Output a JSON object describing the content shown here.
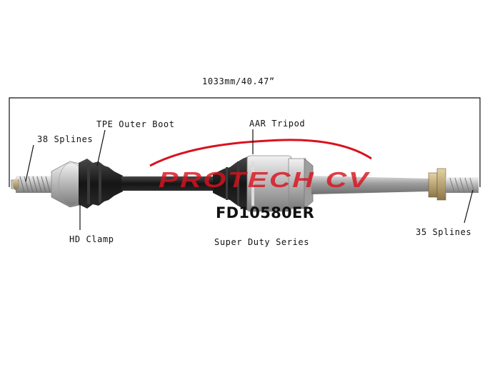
{
  "dimension_label": "1033mm/40.47”",
  "callouts": {
    "splines_left": "38 Splines",
    "outer_boot": "TPE Outer Boot",
    "tripod": "AAR Tripod",
    "clamp": "HD Clamp",
    "splines_right": "35 Splines"
  },
  "part_number": "FD10580ER",
  "series": "Super Duty Series",
  "watermark": "PROTECH CV",
  "colors": {
    "watermark": "#d9121f",
    "line": "#111111",
    "boot": "#1a1a1a",
    "metal": "#b9b9b9"
  }
}
